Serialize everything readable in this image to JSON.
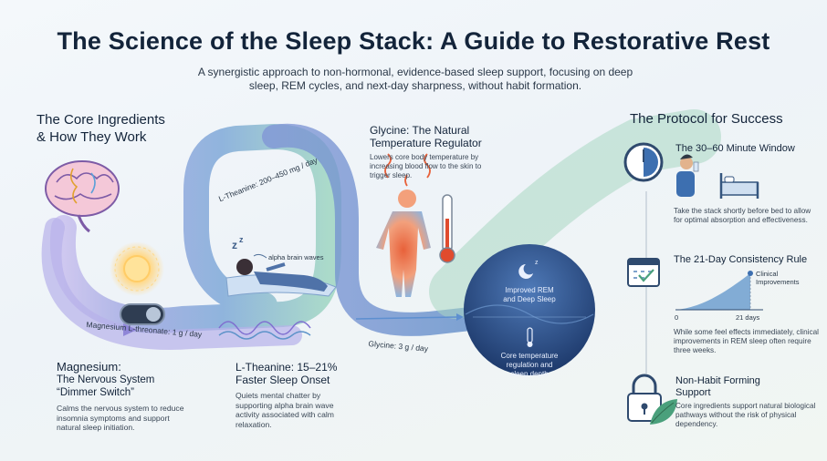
{
  "title": "The Science of the Sleep Stack: A Guide to Restorative Rest",
  "subtitle": "A synergistic approach to non-hormonal, evidence-based sleep support, focusing on deep sleep, REM cycles, and next-day sharpness, without habit formation.",
  "core": {
    "heading_line1": "The Core Ingredients",
    "heading_line2": "& How They Work"
  },
  "magnesium": {
    "dose": "Magnesium L-threonate: 1 g / day",
    "title_line1": "Magnesium:",
    "title_line2": "The Nervous System",
    "title_line3": "“Dimmer Switch”",
    "desc": "Calms the nervous system to reduce insomnia symptoms and support natural sleep initiation."
  },
  "theanine": {
    "dose": "L-Theanine: 200–450 mg / day",
    "wave_label": "alpha brain waves",
    "title_line1": "L-Theanine: 15–21%",
    "title_line2": "Faster Sleep Onset",
    "desc": "Quiets mental chatter by supporting alpha brain wave activity associated with calm relaxation."
  },
  "glycine": {
    "title_line1": "Glycine: The Natural",
    "title_line2": "Temperature Regulator",
    "desc": "Lowers core body temperature by increasing blood flow to the skin to trigger sleep.",
    "dose": "Glycine: 3 g / day"
  },
  "outcomes": {
    "rem_line1": "Improved REM",
    "rem_line2": "and Deep Sleep",
    "temp_line1": "Core temperature",
    "temp_line2": "regulation and",
    "temp_line3": "sleep depth"
  },
  "protocol": {
    "heading": "The Protocol for Success",
    "window_title": "The 30–60 Minute Window",
    "window_desc": "Take the stack shortly before bed to allow for optimal absorption and effectiveness.",
    "consistency_title": "The 21-Day Consistency Rule",
    "chart_label_line1": "Clinical",
    "chart_label_line2": "Improvements",
    "chart_x_start": "0",
    "chart_x_end": "21 days",
    "consistency_desc": "While some feel effects immediately, clinical improvements in REM sleep often require three weeks.",
    "habit_title_line1": "Non-Habit Forming",
    "habit_title_line2": "Support",
    "habit_desc": "Core ingredients support natural biological pathways without the risk of physical dependency."
  },
  "icons": [
    "brain-icon",
    "sun-icon",
    "dimmer-switch-icon",
    "sleeping-person-icon",
    "alpha-wave-icon",
    "body-heat-icon",
    "thermometer-icon",
    "moon-icon",
    "clock-icon",
    "person-drinking-icon",
    "bed-icon",
    "calendar-icon",
    "lock-icon",
    "leaf-icon"
  ],
  "colors": {
    "title": "#13243a",
    "flow_purple": "#8f86d8",
    "flow_blue": "#5d93c9",
    "flow_green": "#a9d7c3",
    "orb_dark": "#1e3f73",
    "accent_orange": "#e8753a"
  }
}
